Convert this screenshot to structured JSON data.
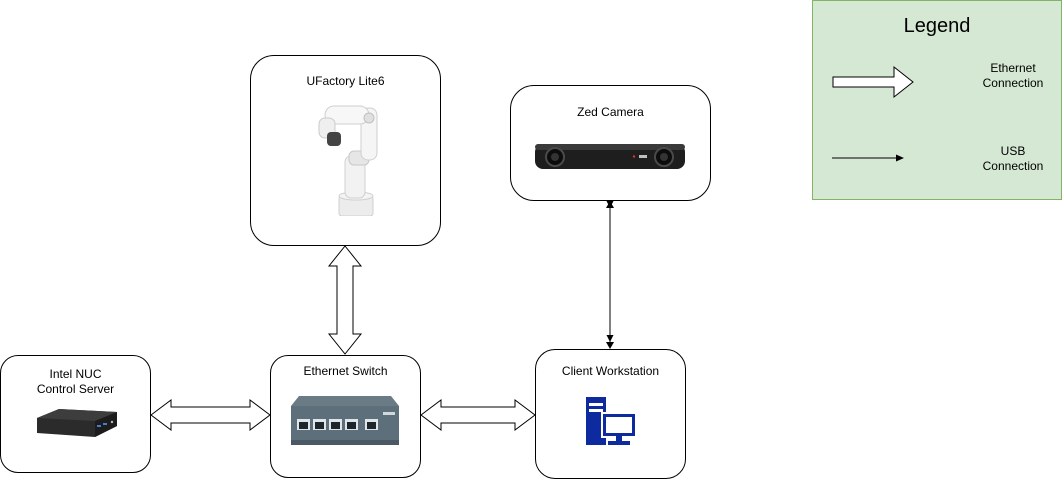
{
  "nodes": {
    "robot": "UFactory Lite6",
    "camera": "Zed Camera",
    "nuc": "Intel NUC\nControl Server",
    "switch": "Ethernet Switch",
    "workstation": "Client Workstation"
  },
  "legend": {
    "title": "Legend",
    "ethernet": "Ethernet\nConnection",
    "usb": "USB\nConnection"
  },
  "colors": {
    "legend_fill": "#d5e8d4",
    "legend_border": "#82b366",
    "workstation_icon": "#0d2a9e"
  },
  "icons": [
    "robot-arm-icon",
    "stereo-camera-icon",
    "mini-pc-icon",
    "network-switch-icon",
    "workstation-icon"
  ]
}
